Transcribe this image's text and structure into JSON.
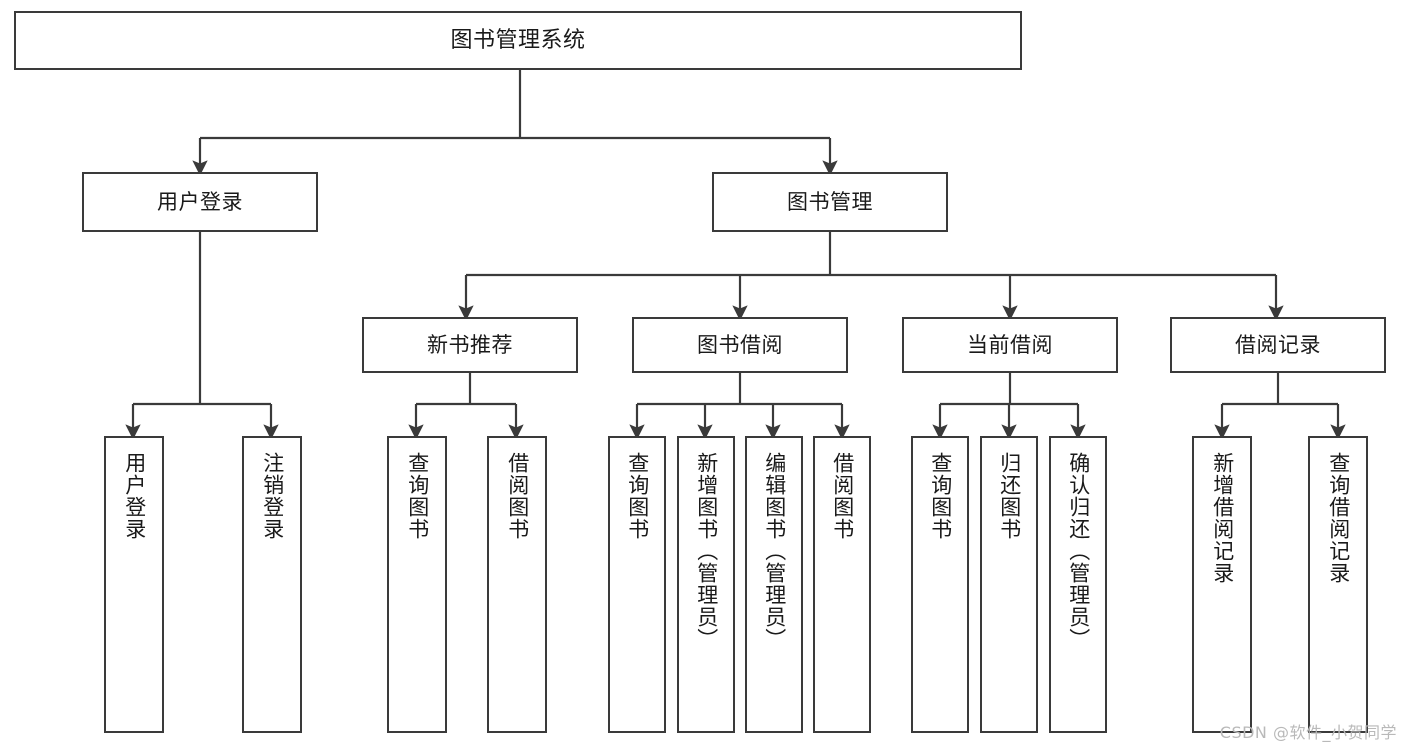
{
  "diagram": {
    "title": "图书管理系统",
    "type": "tree",
    "colors": {
      "box_border": "#3a3a3a",
      "box_fill": "#ffffff",
      "connector": "#3a3a3a",
      "text": "#1a1a1a",
      "watermark": "#b9b9b9",
      "background": "#ffffff"
    },
    "root": {
      "label": "图书管理系统"
    },
    "level2": [
      {
        "id": "user-login",
        "label": "用户登录"
      },
      {
        "id": "book-manage",
        "label": "图书管理"
      }
    ],
    "level3": [
      {
        "id": "new-book-recommend",
        "label": "新书推荐",
        "parent": "book-manage"
      },
      {
        "id": "book-borrow",
        "label": "图书借阅",
        "parent": "book-manage"
      },
      {
        "id": "current-borrow",
        "label": "当前借阅",
        "parent": "book-manage"
      },
      {
        "id": "borrow-record",
        "label": "借阅记录",
        "parent": "book-manage"
      }
    ],
    "leaves": [
      {
        "id": "leaf-user-login",
        "label": "用户登录",
        "parent": "user-login"
      },
      {
        "id": "leaf-logout-login",
        "label": "注销登录",
        "parent": "user-login"
      },
      {
        "id": "leaf-query-book-1",
        "label": "查询图书",
        "parent": "new-book-recommend"
      },
      {
        "id": "leaf-borrow-book-1",
        "label": "借阅图书",
        "parent": "new-book-recommend"
      },
      {
        "id": "leaf-query-book-2",
        "label": "查询图书",
        "parent": "book-borrow"
      },
      {
        "id": "leaf-add-book-admin",
        "label": "新增图书（管理员）",
        "parent": "book-borrow"
      },
      {
        "id": "leaf-edit-book-admin",
        "label": "编辑图书（管理员）",
        "parent": "book-borrow"
      },
      {
        "id": "leaf-borrow-book-2",
        "label": "借阅图书",
        "parent": "book-borrow"
      },
      {
        "id": "leaf-query-book-3",
        "label": "查询图书",
        "parent": "current-borrow"
      },
      {
        "id": "leaf-return-book",
        "label": "归还图书",
        "parent": "current-borrow"
      },
      {
        "id": "leaf-confirm-return-admin",
        "label": "确认归还（管理员）",
        "parent": "current-borrow"
      },
      {
        "id": "leaf-add-borrow-record",
        "label": "新增借阅记录",
        "parent": "borrow-record"
      },
      {
        "id": "leaf-query-borrow-record",
        "label": "查询借阅记录",
        "parent": "borrow-record"
      }
    ]
  },
  "watermark": {
    "text": "CSDN @软件_小贺同学"
  }
}
